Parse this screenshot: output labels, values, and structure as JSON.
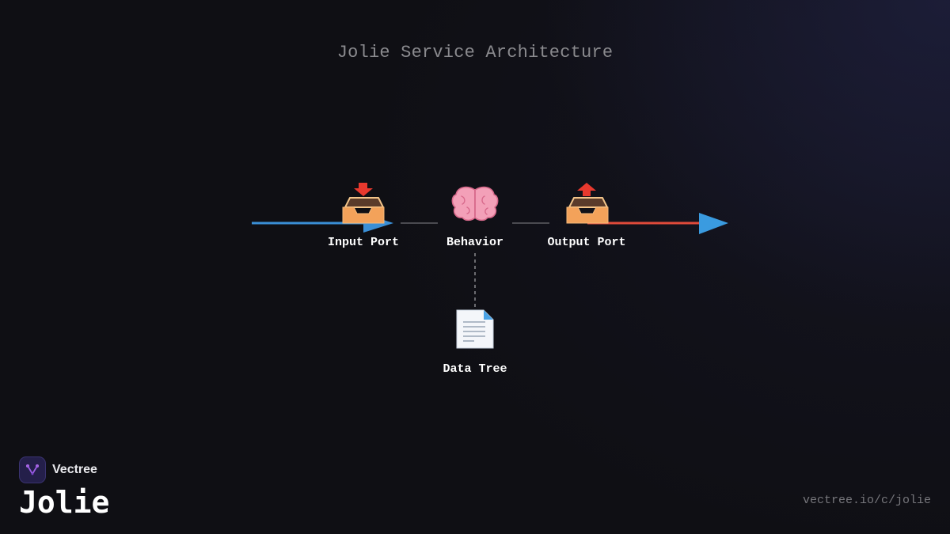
{
  "title": "Jolie Service Architecture",
  "nodes": {
    "input_port": {
      "label": "Input Port",
      "icon": "inbox-tray-icon"
    },
    "behavior": {
      "label": "Behavior",
      "icon": "brain-icon"
    },
    "output_port": {
      "label": "Output Port",
      "icon": "outbox-tray-icon"
    },
    "data_tree": {
      "label": "Data Tree",
      "icon": "page-icon"
    }
  },
  "edges": {
    "incoming": {
      "color": "#3a8fd6"
    },
    "outgoing": {
      "color": "#e04a3a",
      "arrowhead_color": "#3a9be0"
    },
    "connector": {
      "color": "#4a4a50"
    },
    "dashed": {
      "color": "#8a8a8e"
    }
  },
  "brand": {
    "name": "Vectree",
    "product": "Jolie",
    "url": "vectree.io/c/jolie",
    "logo_color": "#9b5de5"
  }
}
